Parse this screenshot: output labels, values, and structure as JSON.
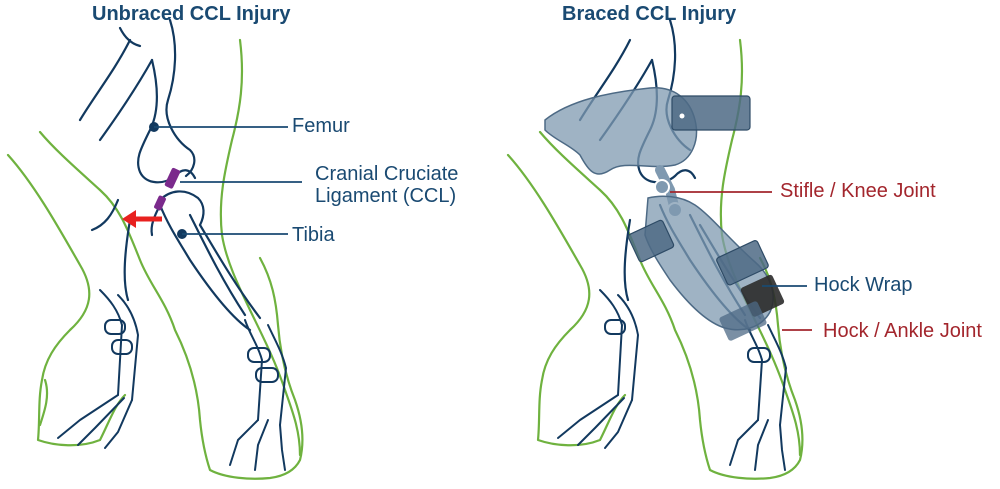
{
  "left_panel": {
    "title": "Unbraced CCL Injury",
    "labels": {
      "femur": "Femur",
      "ccl_line1": "Cranial Cruciate",
      "ccl_line2": "Ligament (CCL)",
      "tibia": "Tibia"
    }
  },
  "right_panel": {
    "title": "Braced CCL Injury",
    "labels": {
      "stifle": "Stifle / Knee Joint",
      "hock_wrap": "Hock Wrap",
      "hock": "Hock / Ankle Joint"
    }
  },
  "colors": {
    "bone_outline": "#12395f",
    "leg_outline": "#6fb23f",
    "label_navy": "#1a4a72",
    "label_red": "#a3262d",
    "ligament": "#7b2a8c",
    "arrow": "#e8211f",
    "brace_fill": "#7f99b0",
    "strap_fill": "#4d6a85",
    "wrap_fill": "#2b2b2b"
  }
}
